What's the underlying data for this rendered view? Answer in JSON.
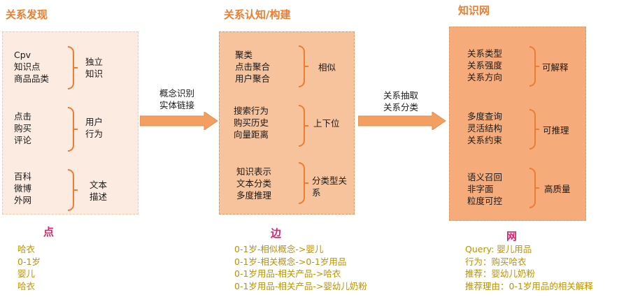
{
  "sections": {
    "discovery": {
      "title": "关系发现"
    },
    "cognition": {
      "title": "关系认知/构建"
    },
    "network": {
      "title": "知识网"
    }
  },
  "panel1": {
    "groups": [
      {
        "items": [
          "Cpv",
          "知识点",
          "商品品类"
        ],
        "label": [
          "独立",
          "知识"
        ]
      },
      {
        "items": [
          "点击",
          "购买",
          "评论"
        ],
        "label": [
          "用户",
          "行为"
        ]
      },
      {
        "items": [
          "百科",
          "微博",
          "外网"
        ],
        "label": [
          "文本",
          "描述"
        ]
      }
    ]
  },
  "arrow1": {
    "label": [
      "概念识别",
      "实体链接"
    ]
  },
  "panel2": {
    "groups": [
      {
        "items": [
          "聚类",
          "点击聚合",
          "用户聚合"
        ],
        "label": [
          "相似"
        ]
      },
      {
        "items": [
          "搜索行为",
          "购买历史",
          "向量距离"
        ],
        "label": [
          "上下位"
        ]
      },
      {
        "items": [
          "知识表示",
          "文本分类",
          "多度推理"
        ],
        "label": [
          "分类型关",
          "系"
        ]
      }
    ]
  },
  "arrow2": {
    "label": [
      "关系抽取",
      "关系分类"
    ]
  },
  "panel3": {
    "groups": [
      {
        "items": [
          "关系类型",
          "关系强度",
          "关系方向"
        ],
        "label": [
          "可解释"
        ]
      },
      {
        "items": [
          "多度查询",
          "灵活结构",
          "关系约束"
        ],
        "label": [
          "可推理"
        ]
      },
      {
        "items": [
          "语义召回",
          "非字面",
          "粒度可控"
        ],
        "label": [
          "高质量"
        ]
      }
    ]
  },
  "bottom": {
    "point": {
      "title": "点",
      "items": [
        "哈衣",
        "0-1岁",
        "婴儿",
        "哈衣"
      ]
    },
    "edge": {
      "title": "边",
      "items": [
        "0-1岁-相似概念->婴儿",
        "0-1岁-相关概念->0-1岁用品",
        "0-1岁用品-相关产品->哈衣",
        "0-1岁用品-相关产品->婴幼儿奶粉"
      ]
    },
    "net": {
      "title": "网",
      "items": [
        "Query: 婴儿用品",
        "行为：购买哈衣",
        "推荐：婴幼儿奶粉",
        "推荐理由：0-1岁用品的相关解释"
      ]
    }
  },
  "colors": {
    "accent": "#ef7d2f",
    "pink": "#e0206e",
    "gold": "#c09000"
  }
}
